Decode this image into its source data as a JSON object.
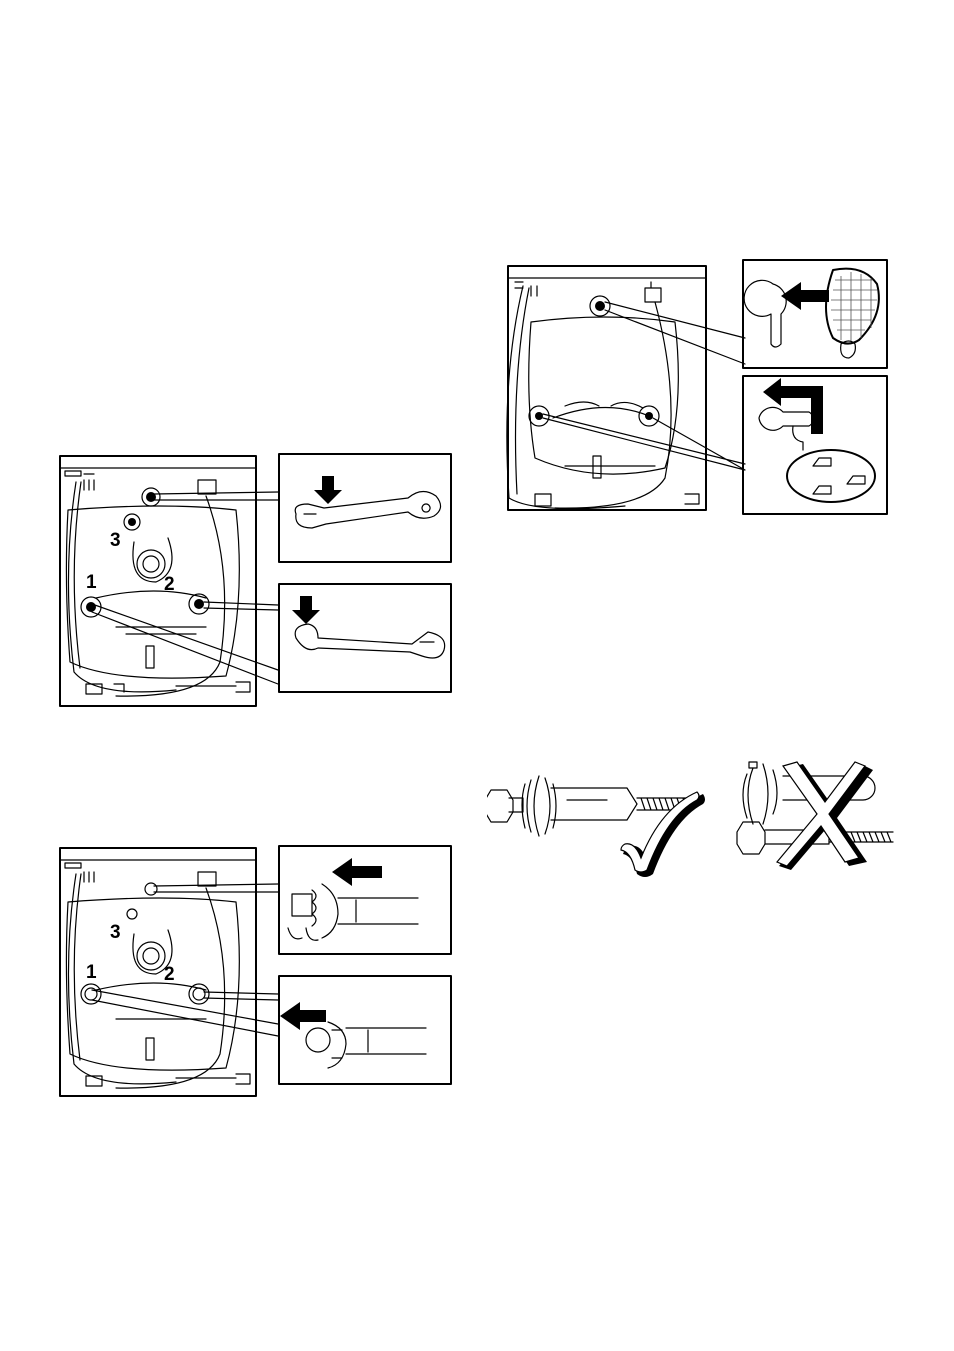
{
  "figures": {
    "wrench_removal": {
      "callouts": [
        "1",
        "2",
        "3"
      ]
    },
    "spacer_removal": {
      "callouts": [
        "1",
        "2",
        "3"
      ]
    },
    "hole_covers": {},
    "bolt_comparison": {
      "correct_symbol": "check-mark",
      "incorrect_symbol": "x-mark"
    }
  }
}
